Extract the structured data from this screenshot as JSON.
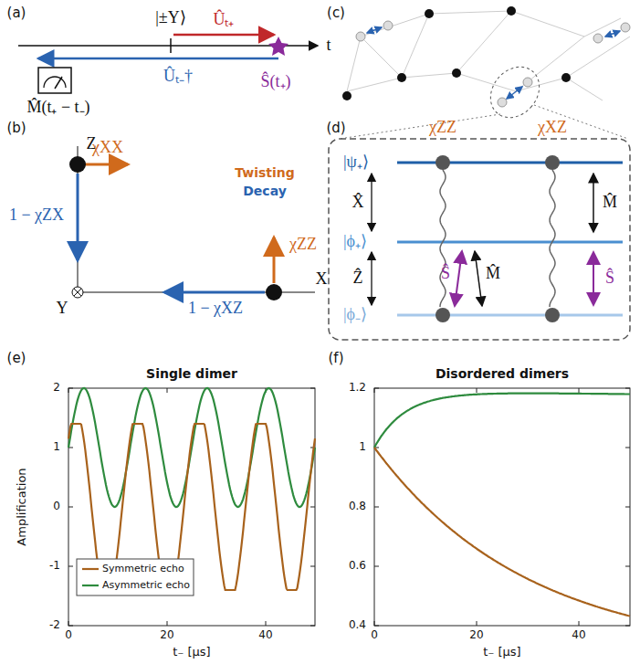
{
  "diagram": {
    "labels": [
      "(a)",
      "|±Y⟩",
      "Ûₜ₊",
      "Ûₜ₋†",
      "M̂(t₊ − t₋)",
      "Ŝ(t₊)",
      "t",
      "(b)",
      "Z",
      "X",
      "Y",
      "χXX",
      "χZZ",
      "1 − χZX",
      "1 − χXZ",
      "Twisting",
      "Decay",
      "(c)",
      "(d)",
      "χZZ",
      "χXZ",
      "|ψ₊⟩",
      "|ϕ₊⟩",
      "|ϕ₋⟩",
      "X̂",
      "Ẑ",
      "Ŝ",
      "M̂",
      "M̂",
      "Ŝ",
      "(e)",
      "Single dimer",
      "Amplification",
      "2",
      "1",
      "0",
      "-1",
      "-2",
      "0",
      "20",
      "40",
      "t₋ [μs]",
      "(f)",
      "Disordered dimers",
      "1.2",
      "1",
      "0.8",
      "0.6",
      "0.4",
      "0",
      "20",
      "40",
      "t₋ [μs]"
    ],
    "legend": [
      {
        "text": "Symmetric echo"
      },
      {
        "text": "Asymmetric echo"
      }
    ]
  }
}
